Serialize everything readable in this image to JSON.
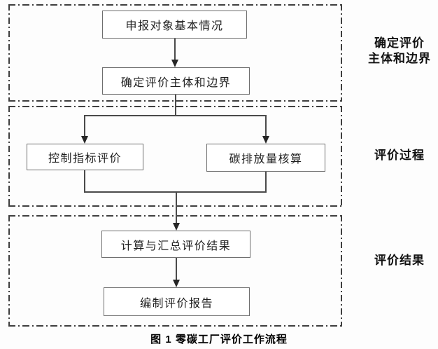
{
  "figure": {
    "caption": "图 1 零碳工厂评价工作流程"
  },
  "flowchart": {
    "nodes": [
      "申报对象基本情况",
      "确定评价主体和边界",
      "控制指标评价",
      "碳排放量核算",
      "计算与汇总评价结果",
      "编制评价报告"
    ],
    "stage_labels": [
      "确定评价\n主体和边界",
      "评价过程",
      "评价结果"
    ],
    "colors": {
      "stage_border": "#3f3f3f",
      "box_border": "#6e6e6e",
      "connector": "#4a4a4a",
      "arrowhead": "#262626",
      "text": "#1a1a1a",
      "background": "#fdfdfd"
    }
  }
}
